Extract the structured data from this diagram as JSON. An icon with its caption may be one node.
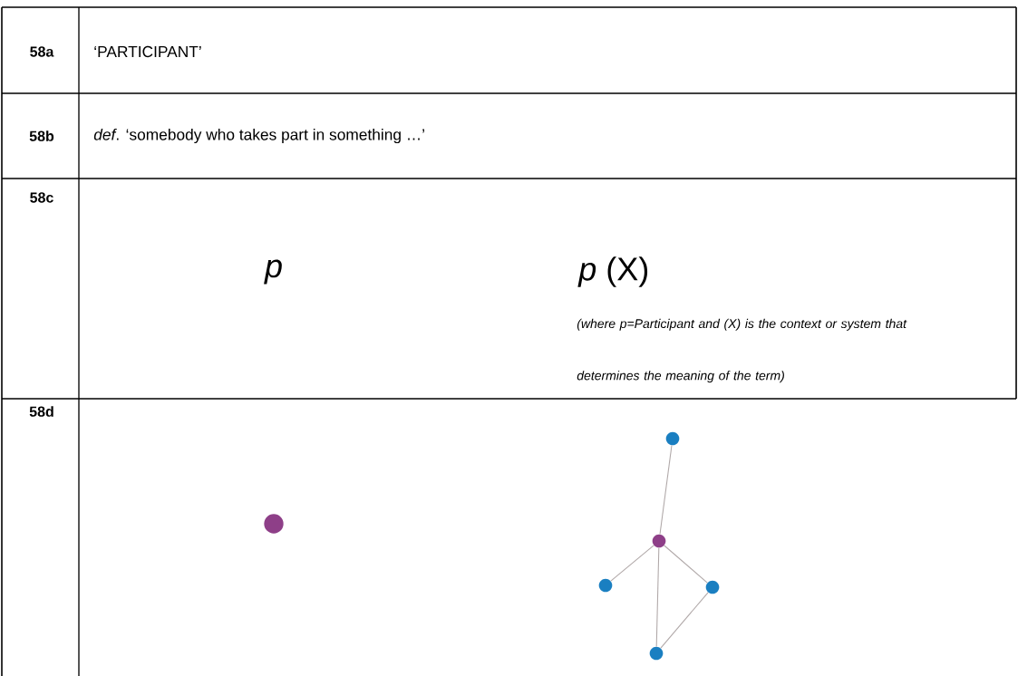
{
  "diagram": {
    "nodes": [
      {
        "text": [],
        "shape": "circle"
      },
      {
        "text": [],
        "shape": "circle"
      },
      {
        "text": [],
        "shape": "circle"
      },
      {
        "text": [],
        "shape": "circle"
      },
      {
        "text": [],
        "shape": "circle"
      },
      {
        "text": [],
        "shape": "circle"
      }
    ],
    "edges": [
      {
        "from": 1,
        "to": 2,
        "arrow": "none"
      },
      {
        "from": 2,
        "to": 3,
        "arrow": "none"
      },
      {
        "from": 2,
        "to": 5,
        "arrow": "none"
      },
      {
        "from": 2,
        "to": 4,
        "arrow": "none"
      },
      {
        "from": 4,
        "to": 5,
        "arrow": "none"
      }
    ],
    "labels": [
      "58a",
      "‘PARTICIPANT’",
      "58b",
      "*def*. ‘somebody who takes part in something …’",
      "58c",
      "p",
      "*p* (X)",
      "(where p=Participant and (X) is the context or system that determines the meaning of the term)",
      "58d"
    ]
  }
}
